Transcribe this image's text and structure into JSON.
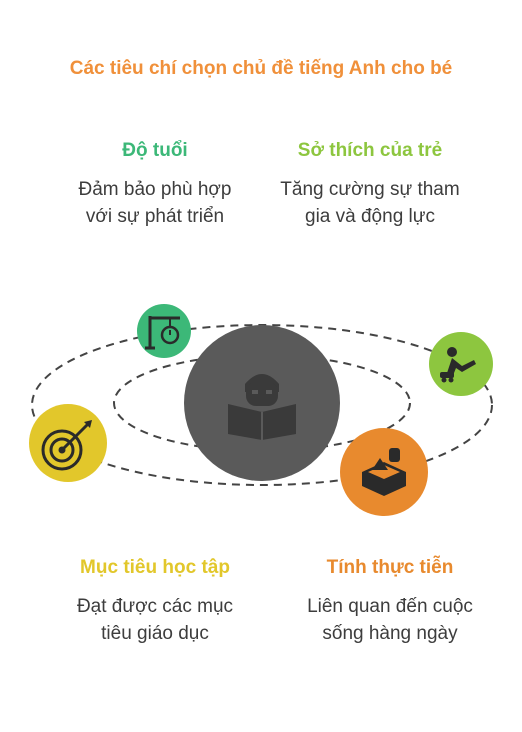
{
  "title": "Các tiêu chí chọn chủ đề tiếng Anh cho bé",
  "colors": {
    "title": "#f0903a",
    "age": "#3cb878",
    "interest": "#8dc63f",
    "goal": "#e2c72b",
    "practical": "#e88a2e",
    "center": "#5a5a5a"
  },
  "criteria": [
    {
      "label": "Độ tuổi",
      "desc_line1": "Đảm bảo phù hợp",
      "desc_line2": "với sự phát triển",
      "icon": "scale-timer-icon"
    },
    {
      "label": "Sở thích của trẻ",
      "desc_line1": "Tăng cường sự tham",
      "desc_line2": "gia và động lực",
      "icon": "child-playing-icon"
    },
    {
      "label": "Mục tiêu học tập",
      "desc_line1": "Đạt được các mục",
      "desc_line2": "tiêu giáo dục",
      "icon": "target-icon"
    },
    {
      "label": "Tính thực tiễn",
      "desc_line1": "Liên quan đến cuộc",
      "desc_line2": "sống hàng ngày",
      "icon": "toy-box-icon"
    }
  ],
  "center_icon": "child-reading-icon"
}
